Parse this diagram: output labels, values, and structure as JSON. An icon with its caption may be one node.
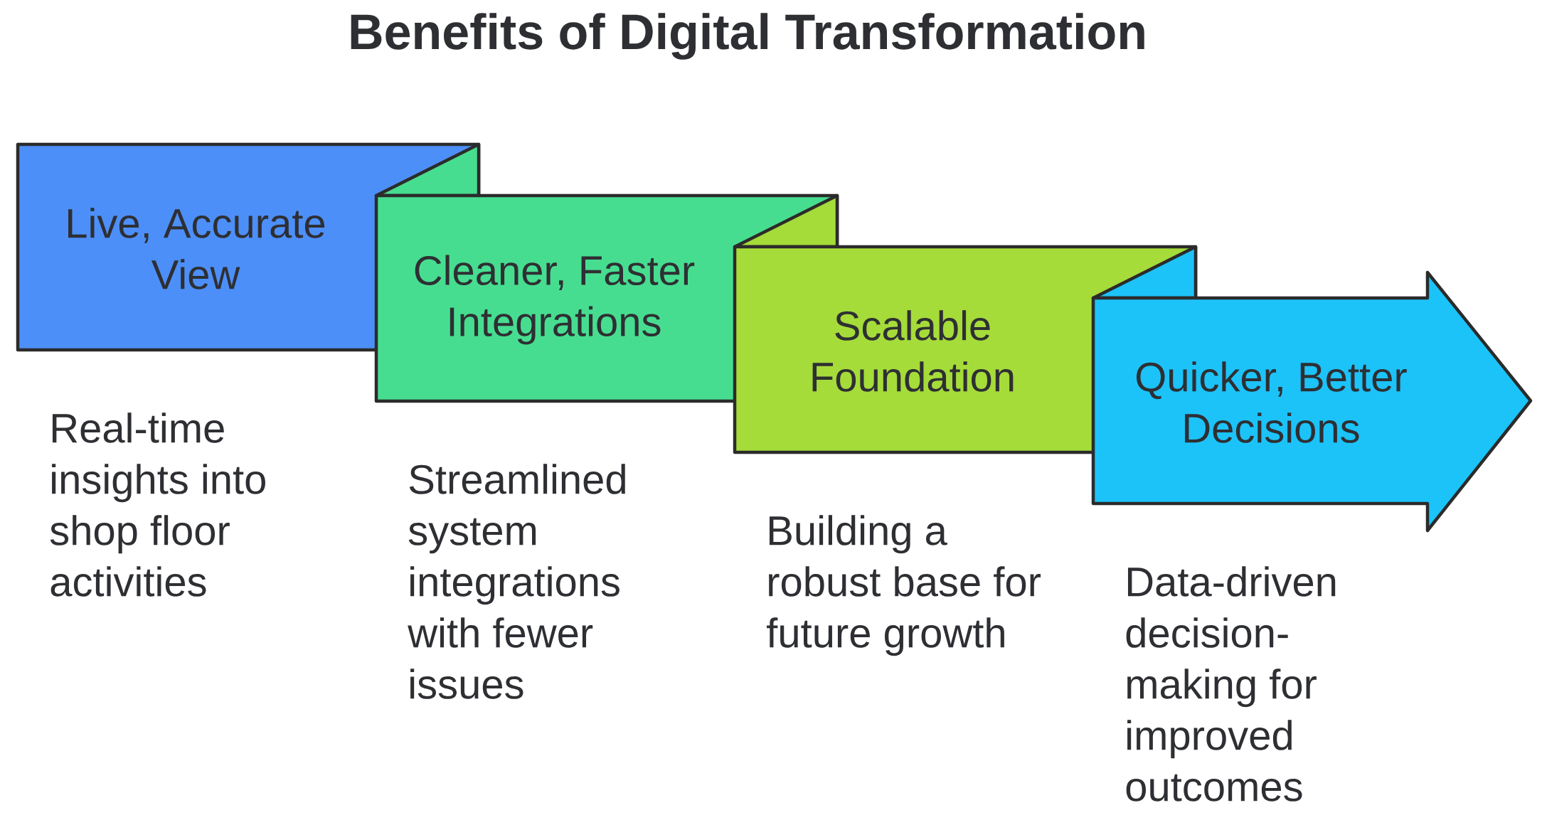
{
  "diagram": {
    "title": "Benefits of Digital Transformation",
    "nodes": [
      {
        "text": [
          "Live, Accurate View"
        ],
        "beside": [
          "Real-time insights into shop floor activities"
        ]
      },
      {
        "text": [
          "Cleaner, Faster Integrations"
        ],
        "beside": [
          "Streamlined system integrations with fewer issues"
        ]
      },
      {
        "text": [
          "Scalable Foundation"
        ],
        "beside": [
          "Building a robust base for future growth"
        ]
      },
      {
        "text": [
          "Quicker, Better Decisions"
        ],
        "beside": [
          "Data-driven decision-making for improved outcomes"
        ]
      }
    ]
  }
}
